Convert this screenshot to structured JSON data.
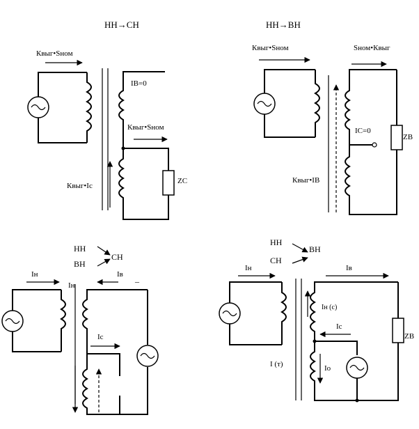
{
  "q1": {
    "title": "НН→СН",
    "flow_in": "Квыг•Sном",
    "current_b": "IВ=0",
    "flow_out": "Квыг•Sном",
    "current_c": "Квыг•Iс",
    "load": "ZС"
  },
  "q2": {
    "title": "НН→ВН",
    "flow_in": "Квыг•Sном",
    "flow_out": "Sном•Квыг",
    "current_c": "IС=0",
    "current_b": "Квыг•IВ",
    "load": "ZВ"
  },
  "q3": {
    "t_nn": "НН",
    "t_sn": "СН",
    "t_vn": "ВН",
    "i_n_left": "Iн",
    "i_n_mid": "Iн",
    "i_v": "Iв",
    "dash": "_",
    "i_c": "Iс"
  },
  "q4": {
    "t_nn": "НН",
    "t_vn": "ВН",
    "t_sn": "СН",
    "i_n": "Iн",
    "i_v": "Iв",
    "i_nc": "Iн (с)",
    "i_c": "Iс",
    "i_t": "I (т)",
    "i_o": "Iо",
    "load": "ZВ"
  }
}
